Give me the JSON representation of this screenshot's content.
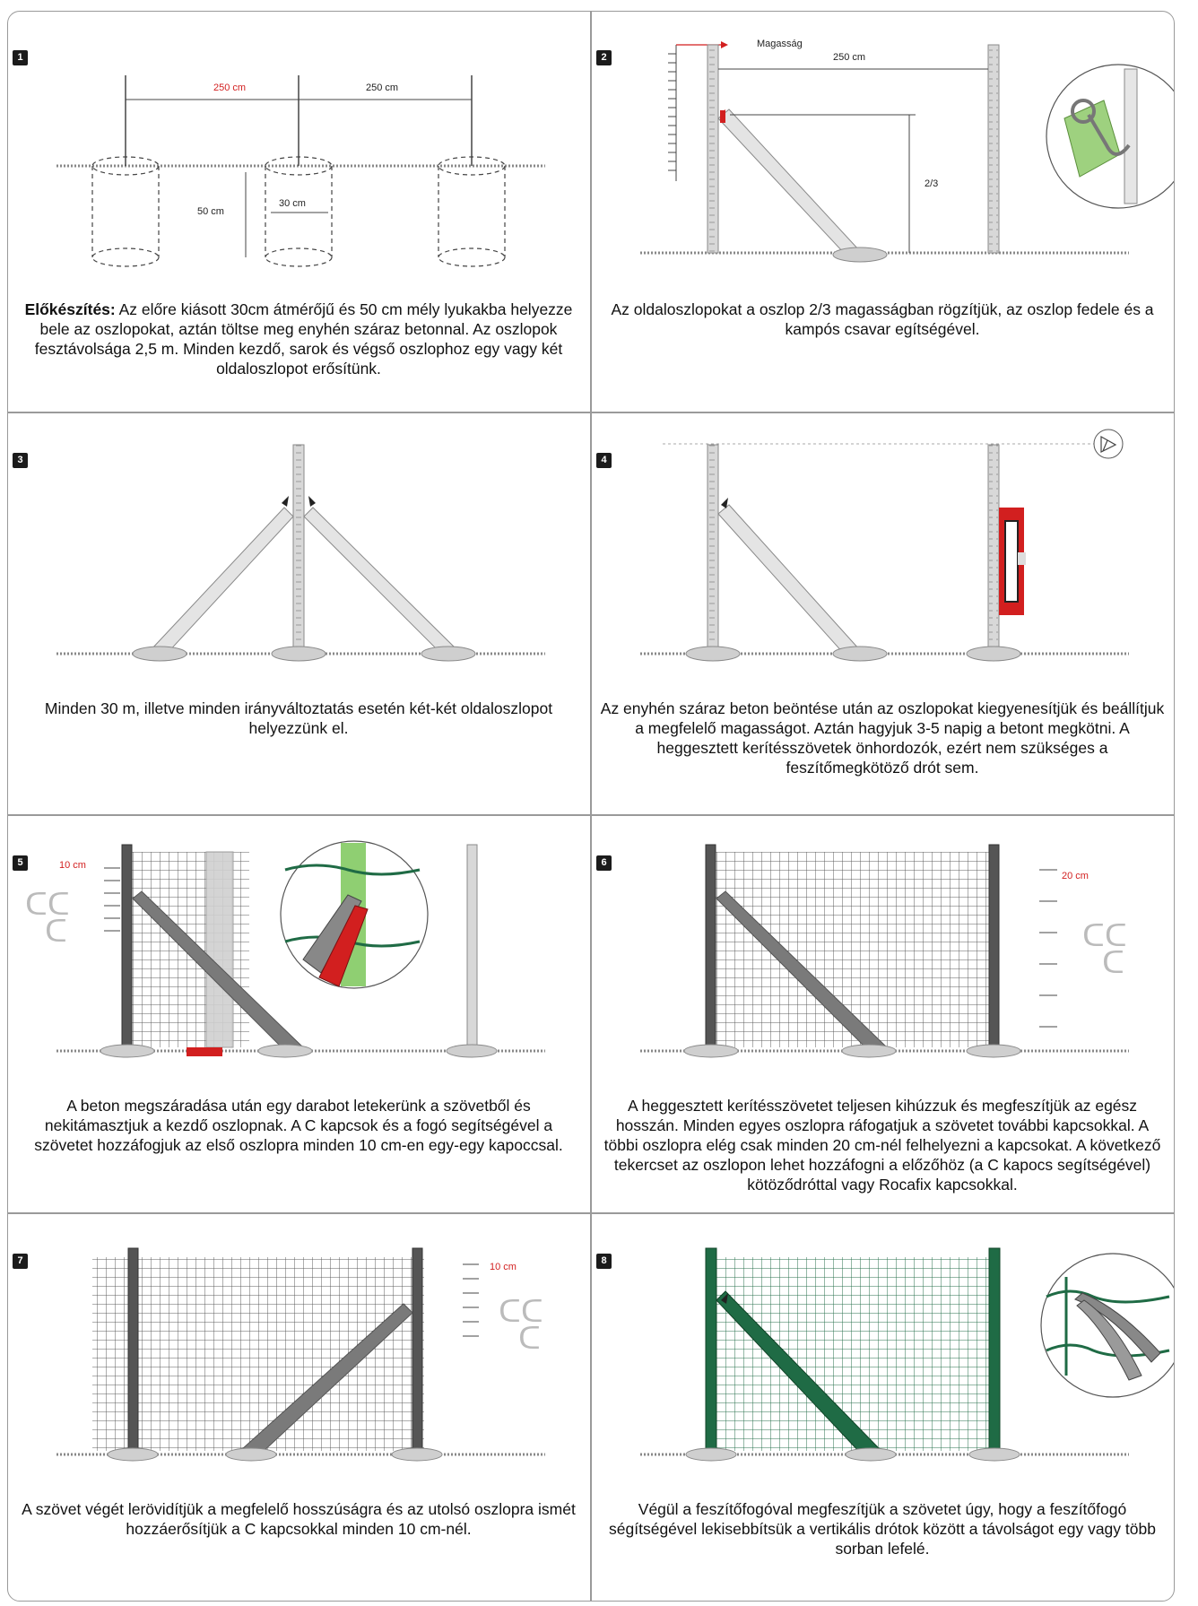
{
  "steps": [
    {
      "number": "1",
      "caption_bold": "Előkészítés:",
      "caption": " Az előre kiásott 30cm átmérőjű és 50 cm mély lyukakba helyezze bele az oszlopokat, aztán töltse meg enyhén száraz betonnal. Az oszlopok fesztávolsága 2,5 m. Minden kezdő, sarok és végső oszlophoz egy vagy két oldaloszlopot erősítünk.",
      "labels": {
        "span1": "250 cm",
        "span2": "250 cm",
        "depth": "50 cm",
        "diameter": "30 cm"
      }
    },
    {
      "number": "2",
      "caption": "Az oldaloszlopokat a oszlop 2/3 magasságban rögzítjük, az oszlop fedele és a kampós csavar egítségével.",
      "labels": {
        "height": "Magasság",
        "span": "250 cm",
        "fraction": "2/3"
      }
    },
    {
      "number": "3",
      "caption": "Minden 30 m, illetve minden irányváltoztatás esetén két-két oldaloszlopot helyezzünk el."
    },
    {
      "number": "4",
      "caption": "Az enyhén száraz beton beöntése után az oszlopokat kiegyenesítjük és beállítjuk a megfelelő magasságot. Aztán hagyjuk 3-5 napig a betont megkötni. A heggesztett kerítésszövetek önhordozók, ezért nem szükséges a feszítőmegkötöző drót sem."
    },
    {
      "number": "5",
      "caption": "A beton megszáradása után egy darabot letekerünk a szövetből és nekitámasztjuk a kezdő oszlopnak. A C kapcsok és a fogó segítségével a szövetet hozzáfogjuk az első oszlopra minden 10 cm-en egy-egy kapoccsal.",
      "labels": {
        "spacing": "10 cm"
      }
    },
    {
      "number": "6",
      "caption": "A heggesztett kerítésszövetet teljesen kihúzzuk és megfeszítjük az egész hosszán. Minden egyes oszlopra ráfogatjuk a szövetet további kapcsokkal. A többi oszlopra elég csak minden 20 cm-nél felhelyezni a kapcsokat. A következő tekercset az oszlopon lehet hozzáfogni a előzőhöz (a C kapocs segítségével) kötöződróttal vagy Rocafix kapcsokkal.",
      "labels": {
        "spacing": "20 cm"
      }
    },
    {
      "number": "7",
      "caption": "A szövet végét lerövidítjük a megfelelő hosszúságra és az utolsó oszlopra ismét hozzáerősítjük a C kapcsokkal minden 10 cm-nél.",
      "labels": {
        "spacing": "10 cm"
      }
    },
    {
      "number": "8",
      "caption": "Végül a feszítőfogóval megfeszítjük a szövetet úgy, hogy a feszítőfogó ségítségével lekisebbítsük a vertikális drótok között a távolságot egy vagy több sorban lefelé."
    }
  ],
  "colors": {
    "accent_red": "#d21f1f",
    "post_grey": "#d8d8d8",
    "dark_post": "#555555",
    "mesh": "#4a4a4a",
    "green": "#1f6b45",
    "highlight_green": "#8fcf72"
  }
}
